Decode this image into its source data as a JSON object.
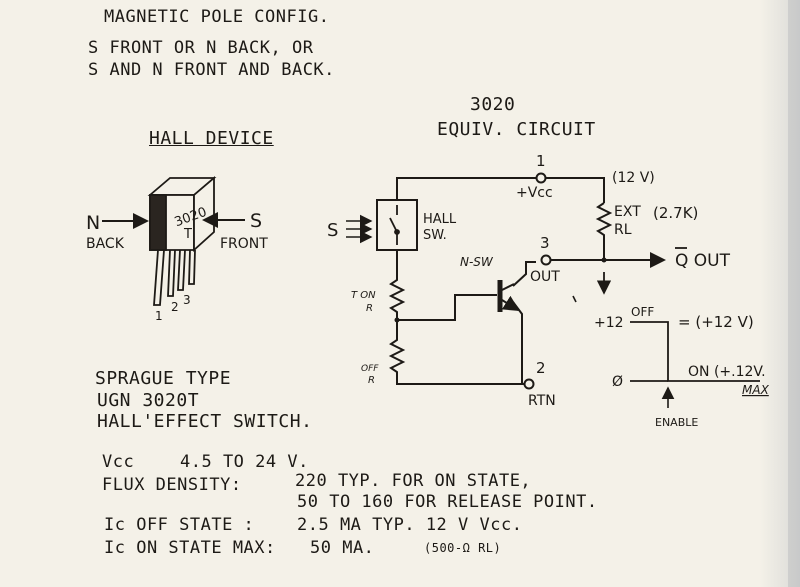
{
  "header": {
    "pole_title": "MAGNETIC POLE CONFIG.",
    "pole_line1": "S FRONT OR N BACK, OR",
    "pole_line2": "S AND N FRONT AND BACK."
  },
  "device": {
    "title": "HALL DEVICE",
    "label_n": "N",
    "label_back": "BACK",
    "label_s": "S",
    "label_front": "FRONT",
    "marking_num": "3020",
    "marking_t": "T",
    "pin1": "1",
    "pin2": "2",
    "pin3": "3"
  },
  "circuit": {
    "title_num": "3020",
    "title": "EQUIV. CIRCUIT",
    "pin1": "1",
    "vcc": "+Vcc",
    "supply": "(12 V)",
    "ext_label": "EXT",
    "ext_value": "(2.7K)",
    "rl": "RL",
    "s_label": "S",
    "hall_sw": "HALL",
    "hall_sw2": "SW.",
    "pin3": "3",
    "out": "OUT",
    "nsw": "N-SW",
    "q_out": "Q OUT",
    "ton": "T ON",
    "ton_r": "R",
    "off": "OFF",
    "off_r": "R",
    "pin2": "2",
    "rtn": "RTN"
  },
  "timing": {
    "plus12": "+12",
    "off": "OFF",
    "off_eq": "= (+12 V)",
    "zero": "Ø",
    "on": "ON (+.12V.",
    "max": "MAX",
    "enable": "ENABLE"
  },
  "type": {
    "line1": "SPRAGUE TYPE",
    "line2": "UGN 3020T",
    "line3": "HALL'EFFECT SWITCH."
  },
  "specs": {
    "vcc_label": "Vcc",
    "vcc_value": "4.5 TO 24 V.",
    "flux_label": "FLUX DENSITY:",
    "flux_value1": "220 TYP. FOR ON STATE,",
    "flux_value2": "50 TO 160 FOR RELEASE POINT.",
    "ic_off_label": "Ic OFF STATE :",
    "ic_off_value": "2.5 MA TYP. 12 V Vcc.",
    "ic_on_label": "Ic ON STATE MAX:",
    "ic_on_value": "50 MA.",
    "ic_on_note": "(500-Ω RL)"
  }
}
